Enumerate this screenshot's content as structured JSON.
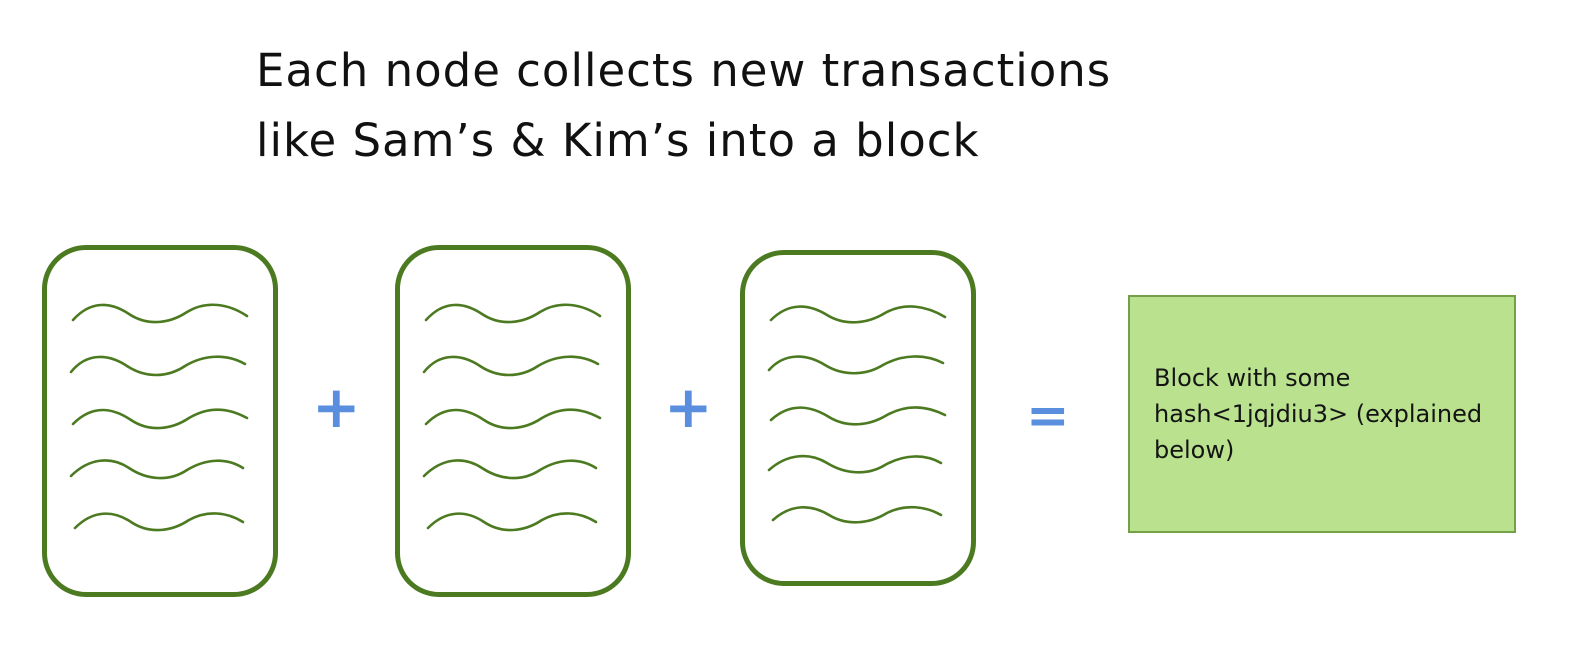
{
  "title": {
    "line1": "Each node collects new transactions",
    "line2": "like Sam’s & Kim’s into a block"
  },
  "operators": {
    "plus": "+",
    "equals": "="
  },
  "result_block": {
    "text": "Block with some hash<1jqjdiu3> (explained below)"
  },
  "cards": {
    "count": 3,
    "lines_per_card": 5,
    "meaning": "transaction list represented by wavy lines"
  },
  "colors": {
    "card_border_green": "#4c7a21",
    "wave_green": "#4c7a21",
    "operator_blue": "#5a8ede",
    "result_fill_green": "#b9e18e",
    "result_border_green": "#74a148",
    "text_black": "#141414",
    "background": "#ffffff"
  }
}
